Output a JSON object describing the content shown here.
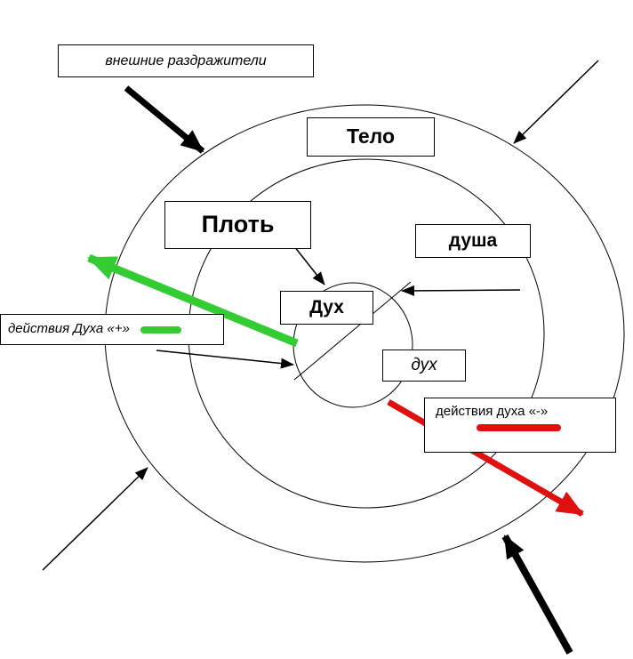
{
  "diagram": {
    "labels": {
      "external_stimuli": "внешние раздражители",
      "body": "Тело",
      "flesh": "Плоть",
      "soul": "душа",
      "spirit": "Дух",
      "spirit_inner": "дух",
      "actions_positive": "действия Духа «+»",
      "actions_negative": "действия духа «-»"
    },
    "colors": {
      "positive": "#33cc33",
      "negative": "#e01010",
      "outline": "#000000",
      "background": "#ffffff"
    }
  }
}
